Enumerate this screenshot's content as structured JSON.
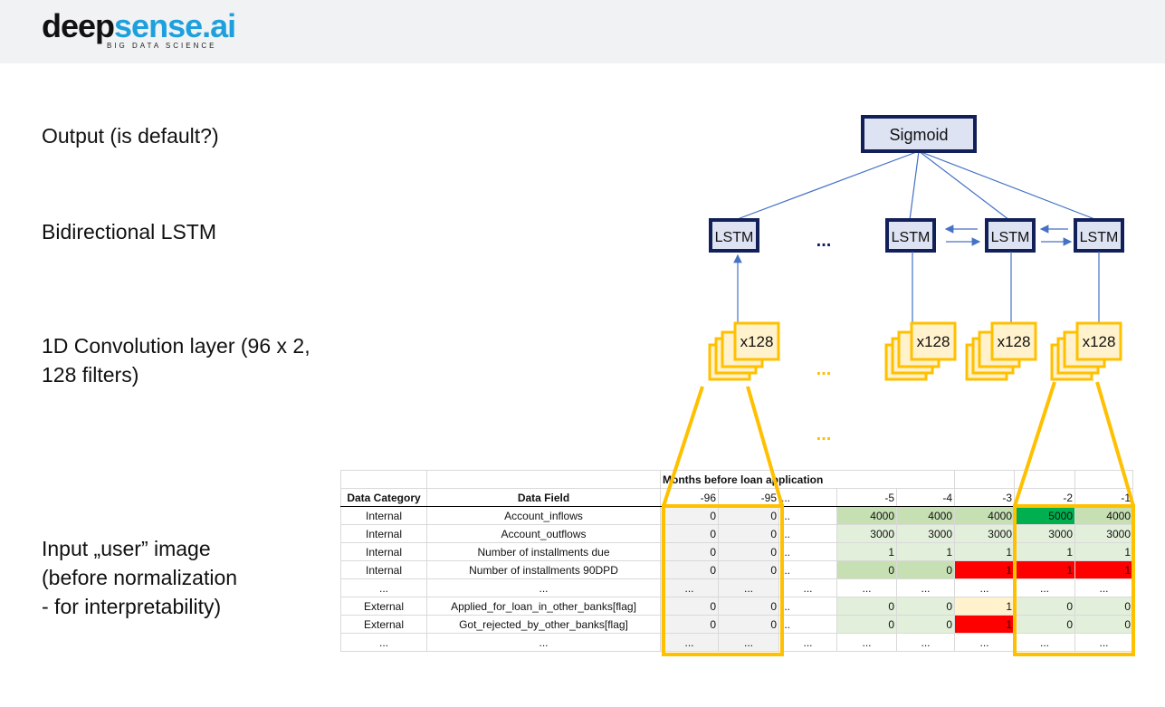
{
  "logo": {
    "main": "deep",
    "accent": "sense.ai",
    "tagline": "BIG DATA SCIENCE"
  },
  "labels": {
    "output": "Output (is default?)",
    "lstm": "Bidirectional LSTM",
    "conv_line1": "1D Convolution layer (96 x 2,",
    "conv_line2": "128 filters)",
    "input_line1": "Input „user” image",
    "input_line2": "(before normalization",
    "input_line3": "-  for interpretability)"
  },
  "nodes": {
    "sigmoid": "Sigmoid",
    "lstm": "LSTM",
    "filters": "x128",
    "ellipsis": "..."
  },
  "colors": {
    "navy": "#12205a",
    "node_fill": "#dde3f2",
    "edge": "#4472c4",
    "gold": "#ffc000",
    "filter_fill": "#fff2cc"
  },
  "table": {
    "header_span": "Months before loan application",
    "col_category": "Data Category",
    "col_field": "Data Field",
    "months": [
      "-96",
      "-95",
      "...",
      "-5",
      "-4",
      "-3",
      "-2",
      "-1"
    ],
    "rows": [
      {
        "category": "Internal",
        "field": "Account_inflows",
        "values": [
          "0",
          "0",
          "...",
          "4000",
          "4000",
          "4000",
          "5000",
          "4000"
        ]
      },
      {
        "category": "Internal",
        "field": "Account_outflows",
        "values": [
          "0",
          "0",
          "...",
          "3000",
          "3000",
          "3000",
          "3000",
          "3000"
        ]
      },
      {
        "category": "Internal",
        "field": "Number of installments due",
        "values": [
          "0",
          "0",
          "...",
          "1",
          "1",
          "1",
          "1",
          "1"
        ]
      },
      {
        "category": "Internal",
        "field": "Number of installments 90DPD",
        "values": [
          "0",
          "0",
          "...",
          "0",
          "0",
          "1",
          "1",
          "1"
        ]
      },
      {
        "category": "...",
        "field": "...",
        "values": [
          "...",
          "...",
          "...",
          "...",
          "...",
          "...",
          "...",
          "..."
        ]
      },
      {
        "category": "External",
        "field": "Applied_for_loan_in_other_banks[flag]",
        "values": [
          "0",
          "0",
          "...",
          "0",
          "0",
          "1",
          "0",
          "0"
        ]
      },
      {
        "category": "External",
        "field": "Got_rejected_by_other_banks[flag]",
        "values": [
          "0",
          "0",
          "...",
          "0",
          "0",
          "1",
          "0",
          "0"
        ]
      },
      {
        "category": "...",
        "field": "...",
        "values": [
          "...",
          "...",
          "...",
          "...",
          "...",
          "...",
          "...",
          "..."
        ]
      }
    ]
  }
}
